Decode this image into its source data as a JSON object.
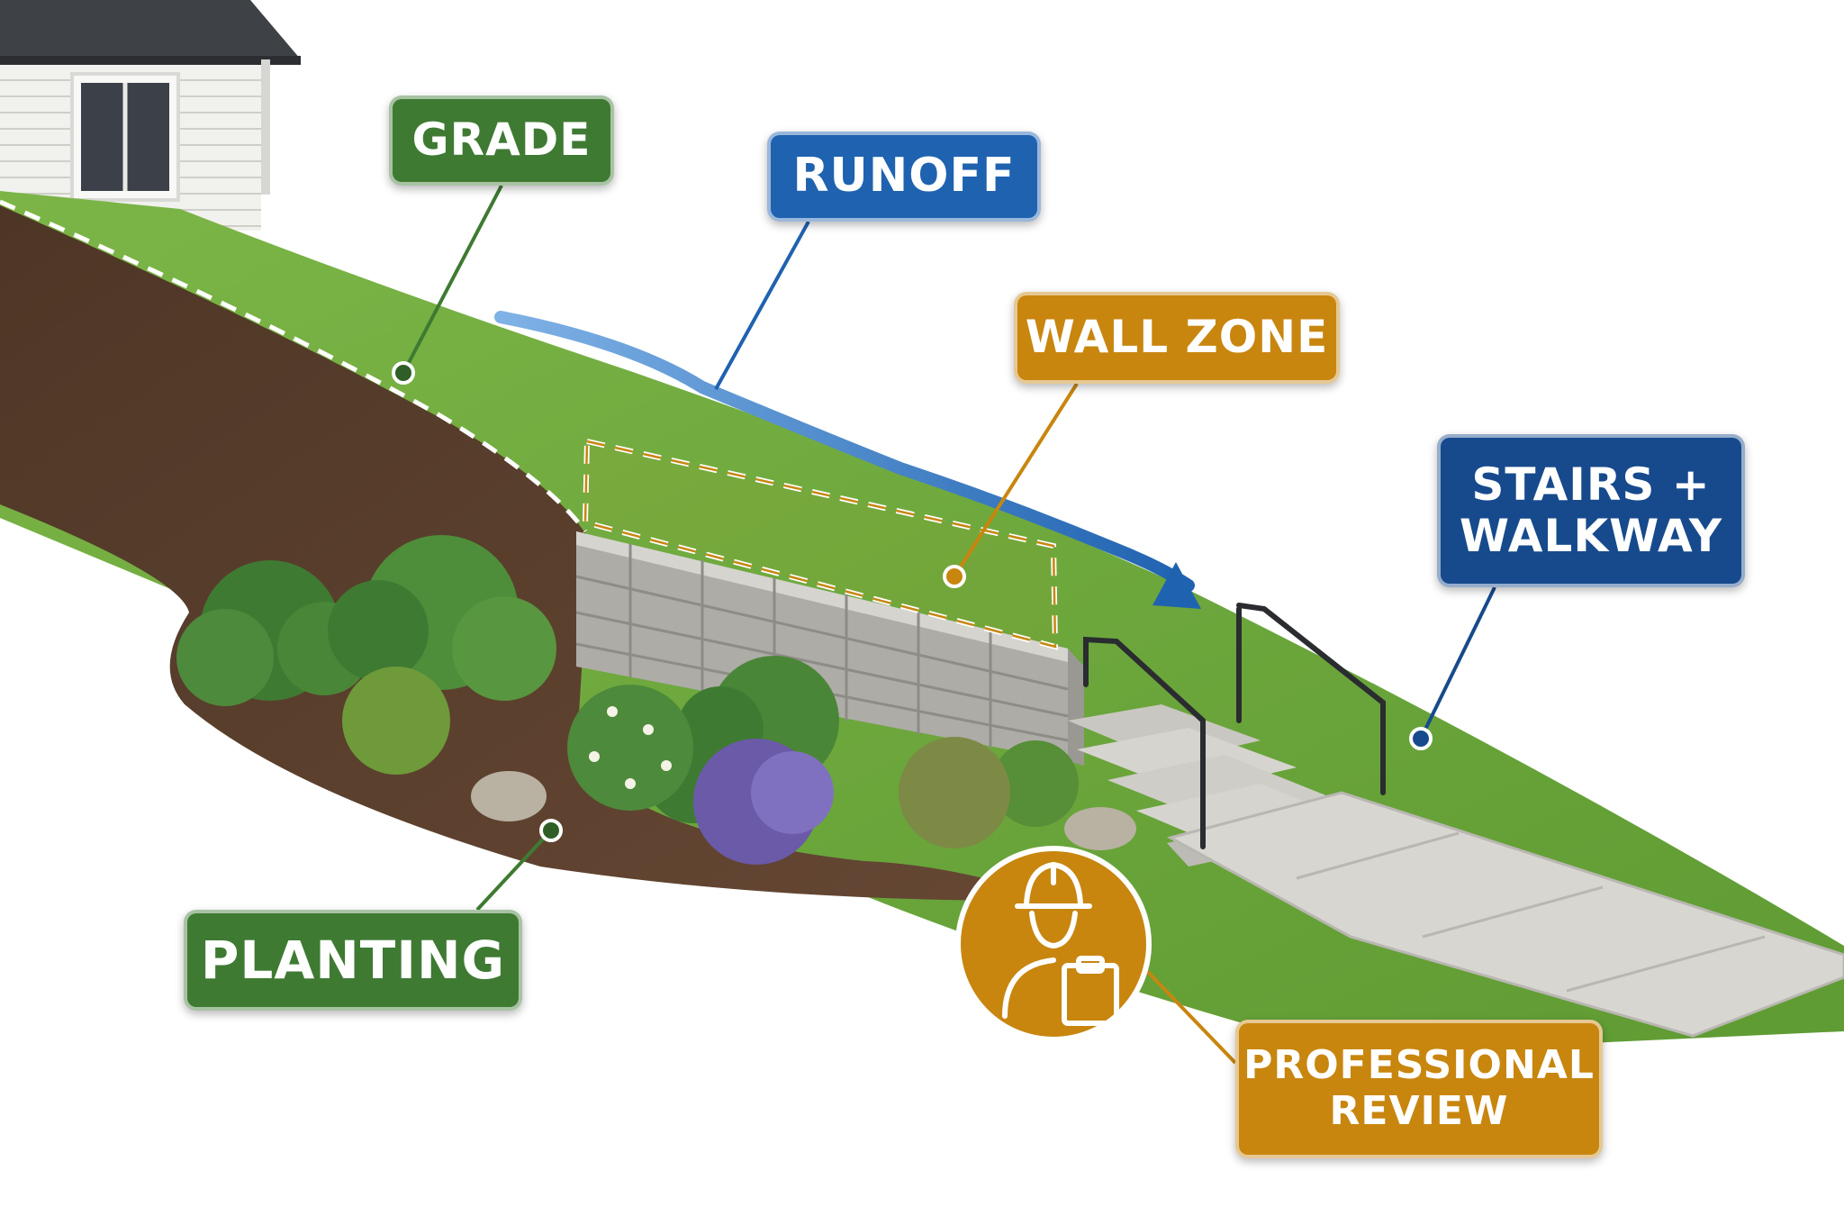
{
  "callouts": {
    "grade": "GRADE",
    "runoff": "RUNOFF",
    "wall_zone": "WALL ZONE",
    "stairs_walkway_line1": "STAIRS +",
    "stairs_walkway_line2": "WALKWAY",
    "planting": "PLANTING",
    "professional_review_line1": "PROFESSIONAL",
    "professional_review_line2": "REVIEW"
  },
  "colors": {
    "grade": "#3f7a33",
    "runoff": "#1f62b0",
    "wall_zone": "#c8860f",
    "stairs_walkway": "#174a8c",
    "planting": "#3f7a33",
    "professional_review": "#c8860f",
    "grass": "#6aa53a",
    "soil": "#5a3f2c",
    "wall_stone": "#b7b5b0",
    "concrete": "#d3d1cc"
  },
  "icons": {
    "professional_review": "engineer-with-clipboard-icon"
  }
}
